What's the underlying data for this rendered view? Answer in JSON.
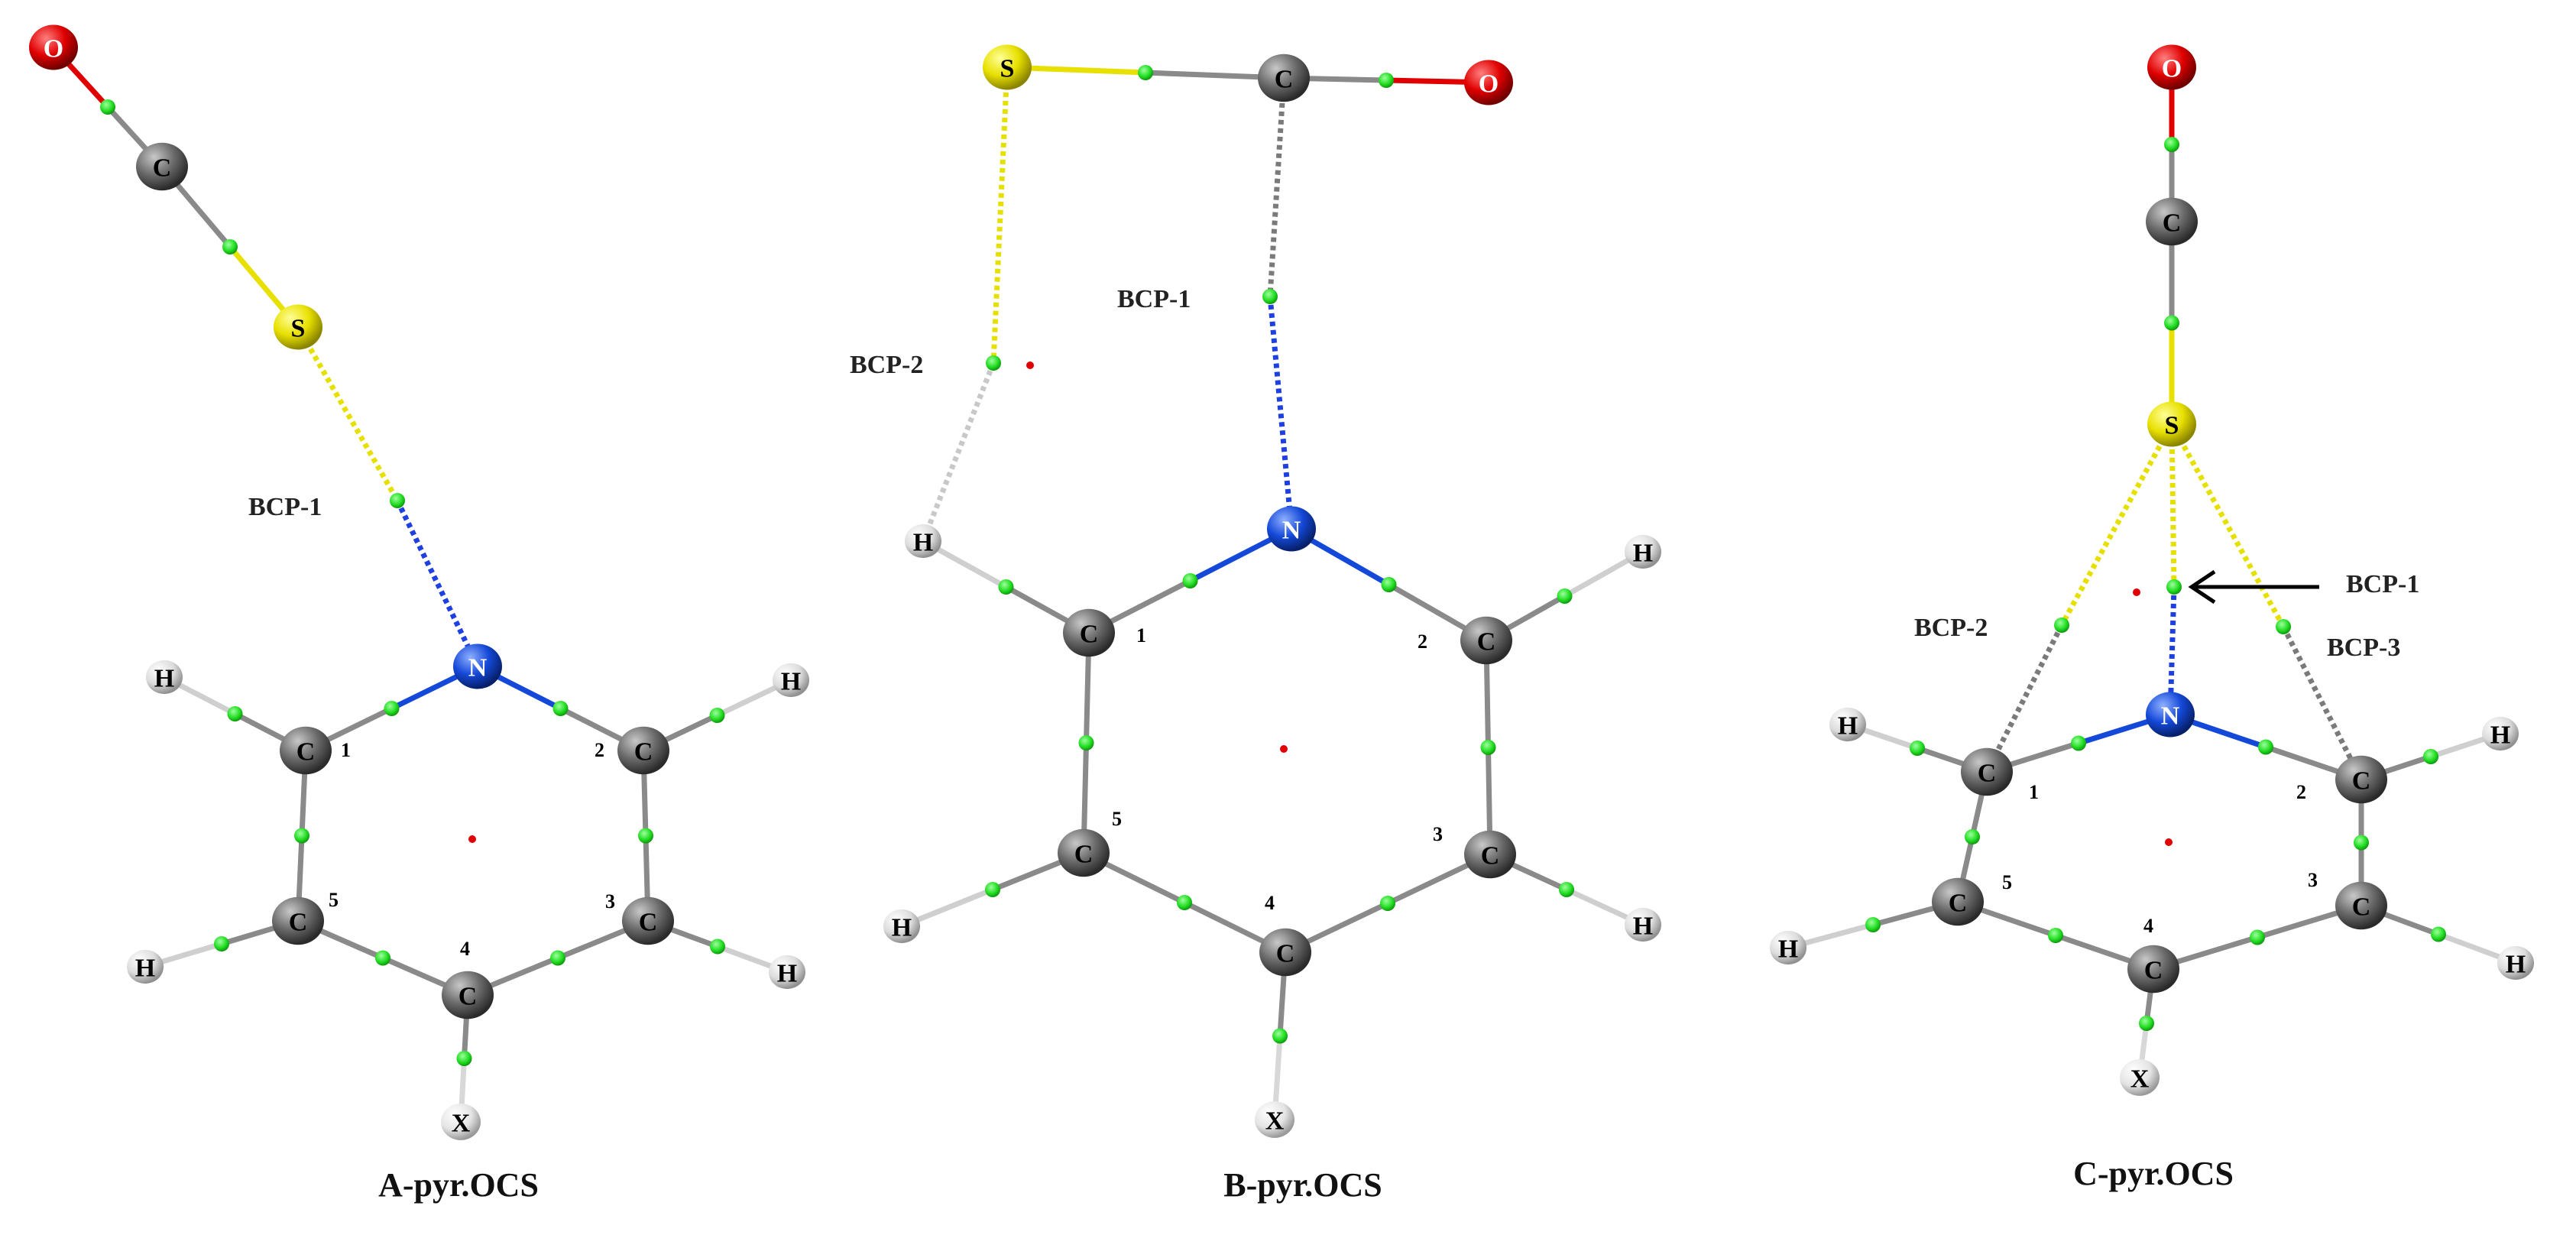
{
  "figure": {
    "panels": [
      {
        "id": "A",
        "caption": "A-pyr.OCS",
        "bcp_labels": [
          "BCP-1"
        ],
        "ring_numbers": [
          "1",
          "2",
          "3",
          "4",
          "5"
        ]
      },
      {
        "id": "B",
        "caption": "B-pyr.OCS",
        "bcp_labels": [
          "BCP-1",
          "BCP-2"
        ],
        "ring_numbers": [
          "1",
          "2",
          "3",
          "4",
          "5"
        ]
      },
      {
        "id": "C",
        "caption": "C-pyr.OCS",
        "bcp_labels": [
          "BCP-1",
          "BCP-2",
          "BCP-3"
        ],
        "ring_numbers": [
          "1",
          "2",
          "3",
          "4",
          "5"
        ]
      }
    ],
    "atom_labels": {
      "O": "O",
      "C": "C",
      "S": "S",
      "N": "N",
      "H": "H",
      "X": "X"
    },
    "colors": {
      "oxygen": "#e00000",
      "carbon": "#606060",
      "sulfur": "#e8e000",
      "nitrogen": "#1448d8",
      "hydrogen": "#d8d8d8",
      "bcp": "#22dd22",
      "rcp": "#e00000",
      "bond": "#8a8a8a",
      "interaction_blue": "#1e40e0",
      "interaction_yellow": "#e6e000",
      "interaction_grey": "#7a7a7a"
    }
  }
}
